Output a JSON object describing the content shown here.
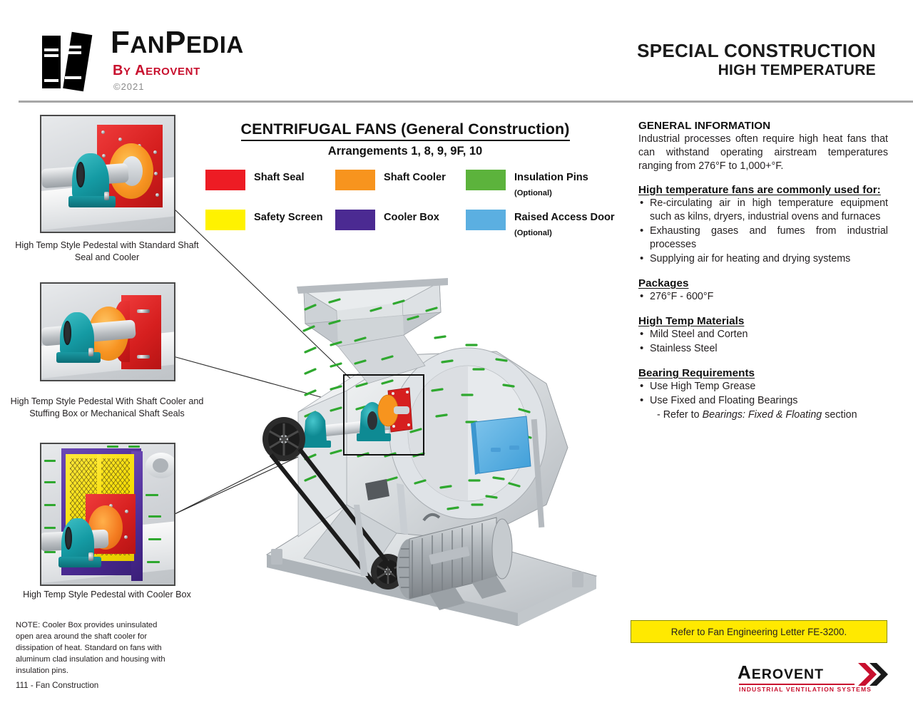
{
  "header": {
    "logo_name": "FanPedia",
    "logo_byline": "by Aerovent",
    "logo_copyright": "©2021",
    "title_line1": "SPECIAL CONSTRUCTION",
    "title_line2": "HIGH TEMPERATURE"
  },
  "center": {
    "title": "CENTRIFUGAL FANS (General Construction)",
    "subtitle": "Arrangements 1, 8, 9, 9F, 10",
    "legend": [
      {
        "label": "Shaft Seal",
        "optional": "",
        "color": "#ED1C24"
      },
      {
        "label": "Shaft Cooler",
        "optional": "",
        "color": "#F7941E"
      },
      {
        "label": "Insulation Pins",
        "optional": "(Optional)",
        "color": "#5CB council"
      },
      {
        "label": "Safety Screen",
        "optional": "",
        "color": "#FFF200"
      },
      {
        "label": "Cooler Box",
        "optional": "",
        "color": "#4B2A92"
      },
      {
        "label": "Raised Access Door",
        "optional": "(Optional)",
        "color": "#5BAFE1"
      }
    ]
  },
  "thumbnails": [
    {
      "caption": "High Temp Style Pedestal with Standard Shaft Seal and Cooler"
    },
    {
      "caption": "High Temp Style Pedestal With Shaft Cooler and Stuffing Box or Mechanical Shaft Seals"
    },
    {
      "caption": "High Temp Style Pedestal with Cooler Box"
    }
  ],
  "note": "NOTE: Cooler Box provides uninsulated open area around the shaft cooler for dissipation of heat. Standard on fans with aluminum clad insulation and housing with insulation pins.",
  "right": {
    "general_heading": "GENERAL INFORMATION",
    "general_text": "Industrial processes often require high heat fans that can withstand operating airstream temperatures ranging from 276°F to 1,000+°F.",
    "used_for_heading": "High temperature fans are commonly used for:",
    "used_for": [
      "Re-circulating air in high temperature equipment such as kilns, dryers, industrial ovens and furnaces",
      "Exhausting gases and fumes from industrial processes",
      "Supplying air for heating and drying systems"
    ],
    "packages_heading": "Packages",
    "packages": [
      "276°F - 600°F"
    ],
    "materials_heading": "High Temp Materials",
    "materials": [
      "Mild Steel and Corten",
      "Stainless Steel"
    ],
    "bearing_heading": "Bearing Requirements",
    "bearing_1": "Use High Temp Grease",
    "bearing_2": "Use Fixed and Floating Bearings",
    "bearing_sub_pre": "- Refer to ",
    "bearing_sub_italic": "Bearings: Fixed & Floating",
    "bearing_sub_post": " section"
  },
  "footer": {
    "fe_note": "Refer to Fan Engineering Letter FE-3200.",
    "page_label": "111 - Fan Construction",
    "brand_name": "Aerovent",
    "brand_tagline": "Industrial Ventilation Systems"
  },
  "colors": {
    "accent_red": "#C8102E",
    "yellow_box": "#FFE900",
    "rule_gray": "#A7A7A7"
  }
}
